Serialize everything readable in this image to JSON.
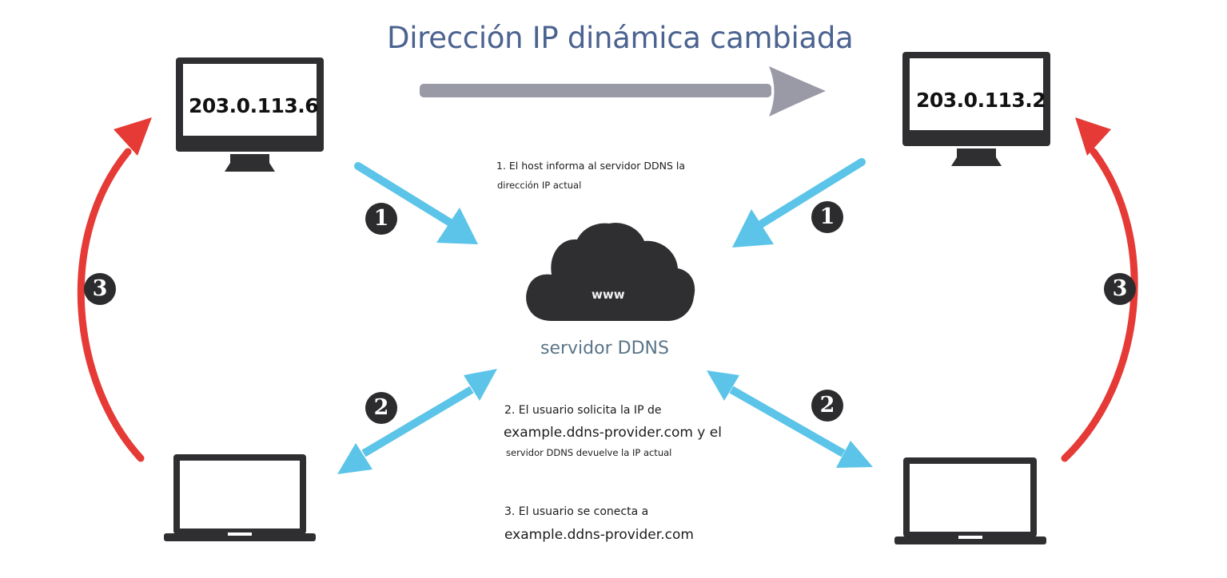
{
  "title": "Dirección IP dinámica cambiada",
  "hosts": {
    "old_ip": "203.0.113.6",
    "new_ip": "203.0.113.2"
  },
  "server": {
    "cloud_text": "www",
    "label": "servidor DDNS"
  },
  "steps": {
    "step1": {
      "line1": "1. El host informa al servidor DDNS la",
      "line2": "dirección IP actual",
      "badge": "1"
    },
    "step2": {
      "line1": "2. El usuario solicita la IP de",
      "line2": "example.ddns-provider.com y el",
      "line3": "servidor DDNS devuelve la IP actual",
      "badge": "2"
    },
    "step3": {
      "line1": "3. El usuario se conecta a",
      "line2": "example.ddns-provider.com",
      "badge": "3"
    }
  },
  "colors": {
    "title": "#4b6390",
    "device": "#2f2f31",
    "blue_arrow": "#5bc4e8",
    "red_arrow": "#e53a35",
    "gray_arrow": "#9a99a6",
    "badge": "#2c2c2e"
  }
}
